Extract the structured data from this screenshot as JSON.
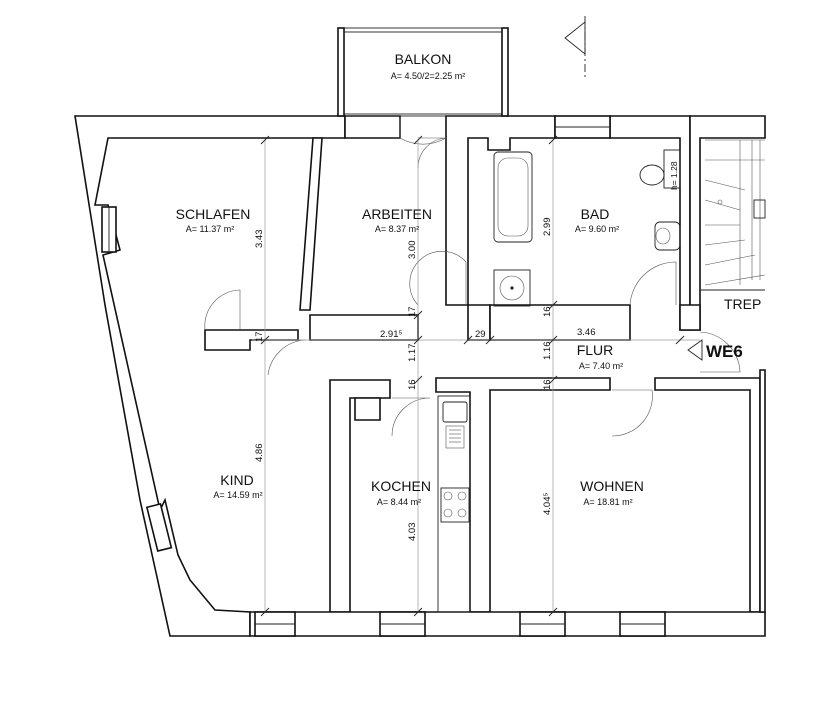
{
  "unit_label": "WE6",
  "stair_label": "TREP",
  "rooms": {
    "balkon": {
      "name": "BALKON",
      "area": "A= 4.50/2=2.25 m²"
    },
    "schlafen": {
      "name": "SCHLAFEN",
      "area": "A= 11.37 m²"
    },
    "arbeiten": {
      "name": "ARBEITEN",
      "area": "A= 8.37 m²"
    },
    "bad": {
      "name": "BAD",
      "area": "A= 9.60 m²"
    },
    "flur": {
      "name": "FLUR",
      "area": "A= 7.40 m²"
    },
    "kind": {
      "name": "KIND",
      "area": "A= 14.59 m²"
    },
    "kochen": {
      "name": "KOCHEN",
      "area": "A= 8.44 m²"
    },
    "wohnen": {
      "name": "WOHNEN",
      "area": "A= 18.81 m²"
    }
  },
  "dimensions": {
    "schlafen_height": "3.43",
    "arbeiten_height": "3.00",
    "bad_height": "2.99",
    "bad_toilet_height": "h= 1.28",
    "wall_17_a": "17",
    "wall_17_b": "17",
    "wall_16_a": "16",
    "wall_16_b": "16",
    "wall_16_c": "16",
    "flur_left_width": "2.91⁵",
    "flur_mid_width": "29",
    "flur_right_width": "3.46",
    "flur_height_a": "1.17",
    "flur_height_b": "1.16",
    "kind_height": "4.86",
    "kochen_height": "4.03",
    "wohnen_height": "4.04⁵"
  }
}
